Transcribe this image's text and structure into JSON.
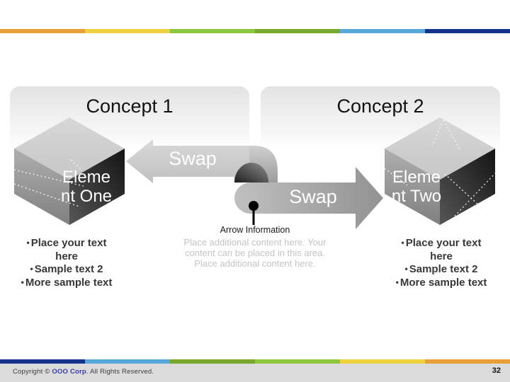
{
  "bars": {
    "top_colors": [
      "#E8A138",
      "#EDD23E",
      "#8EC63E",
      "#79A82C",
      "#57A7DB",
      "#16338C"
    ],
    "bottom_colors": [
      "#16338C",
      "#57A7DB",
      "#79A82C",
      "#8EC63E",
      "#EDD23E",
      "#E8A138"
    ]
  },
  "concept1": {
    "title": "Concept 1",
    "cube_label": "Element One",
    "cube_label_lines": [
      "Eleme",
      "nt One"
    ],
    "bullets": [
      "Place your text here",
      "Sample text 2",
      "More sample text"
    ]
  },
  "concept2": {
    "title": "Concept 2",
    "cube_label": "Element Two",
    "cube_label_lines": [
      "Eleme",
      "nt Two"
    ],
    "bullets": [
      "Place your text here",
      "Sample text 2",
      "More sample text"
    ]
  },
  "swap": {
    "top_label": "Swap",
    "bottom_label": "Swap"
  },
  "info": {
    "title": "Arrow Information",
    "body": "Place additional content here. Your content can be placed in this area. Place additional content here."
  },
  "footer": {
    "copyright_prefix": "Copyright © ",
    "company": "OOO Corp",
    "copyright_suffix": ". All Rights Reserved.",
    "company_color": "#3A3AA6",
    "page_number": "32"
  }
}
